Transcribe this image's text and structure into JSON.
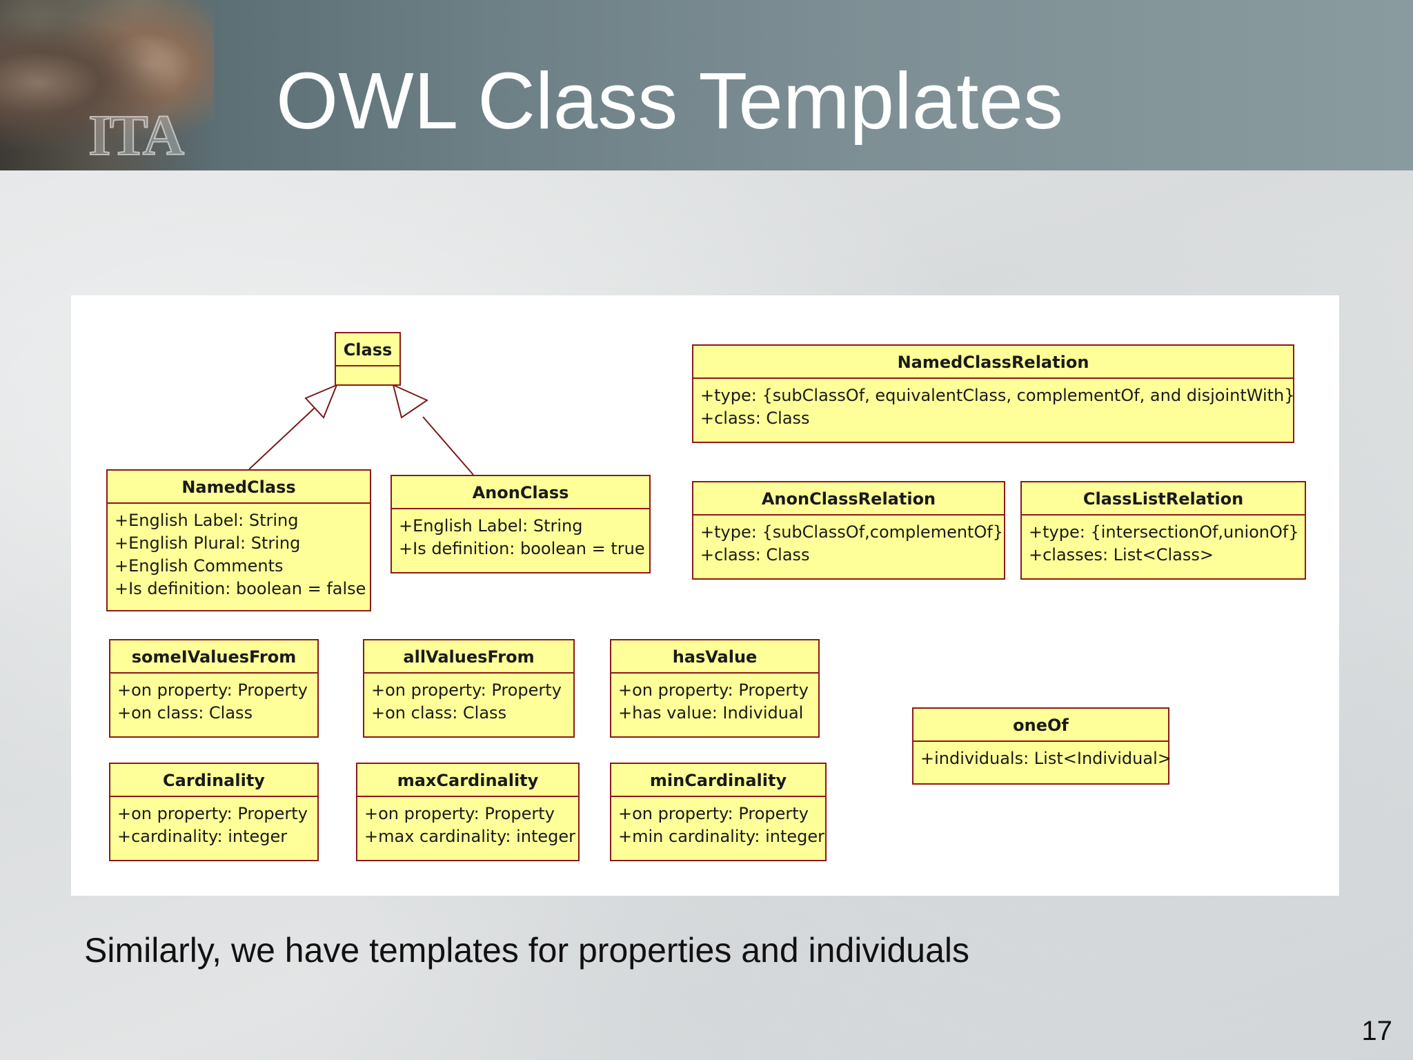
{
  "slide": {
    "title": "OWL Class Templates",
    "logo_text": "ITA",
    "caption": "Similarly, we have templates for properties and individuals",
    "page_number": "17"
  },
  "diagram": {
    "classes": {
      "class": {
        "name": "Class",
        "attributes": []
      },
      "named_class": {
        "name": "NamedClass",
        "attributes": [
          "+English Label: String",
          "+English Plural: String",
          "+English Comments",
          "+Is definition: boolean = false"
        ]
      },
      "anon_class": {
        "name": "AnonClass",
        "attributes": [
          "+English Label: String",
          "+Is definition: boolean = true"
        ]
      },
      "named_class_relation": {
        "name": "NamedClassRelation",
        "attributes": [
          "+type: {subClassOf, equivalentClass, complementOf, and disjointWith}",
          "+class: Class"
        ]
      },
      "anon_class_relation": {
        "name": "AnonClassRelation",
        "attributes": [
          "+type: {subClassOf,complementOf}",
          "+class: Class"
        ]
      },
      "class_list_relation": {
        "name": "ClassListRelation",
        "attributes": [
          "+type: {intersectionOf,unionOf}",
          "+classes: List<Class>"
        ]
      },
      "some_values_from": {
        "name": "someIValuesFrom",
        "attributes": [
          "+on property: Property",
          "+on class: Class"
        ]
      },
      "all_values_from": {
        "name": "allValuesFrom",
        "attributes": [
          "+on property: Property",
          "+on class: Class"
        ]
      },
      "has_value": {
        "name": "hasValue",
        "attributes": [
          "+on property: Property",
          "+has value: Individual"
        ]
      },
      "one_of": {
        "name": "oneOf",
        "attributes": [
          "+individuals: List<Individual>"
        ]
      },
      "cardinality": {
        "name": "Cardinality",
        "attributes": [
          "+on property: Property",
          "+cardinality: integer"
        ]
      },
      "max_cardinality": {
        "name": "maxCardinality",
        "attributes": [
          "+on property: Property",
          "+max cardinality: integer"
        ]
      },
      "min_cardinality": {
        "name": "minCardinality",
        "attributes": [
          "+on property: Property",
          "+min cardinality: integer"
        ]
      }
    },
    "relationships": [
      {
        "type": "generalization",
        "from": "NamedClass",
        "to": "Class"
      },
      {
        "type": "generalization",
        "from": "AnonClass",
        "to": "Class"
      }
    ],
    "colors": {
      "box_fill": "#ffff99",
      "box_border": "#8a1a1a"
    }
  }
}
